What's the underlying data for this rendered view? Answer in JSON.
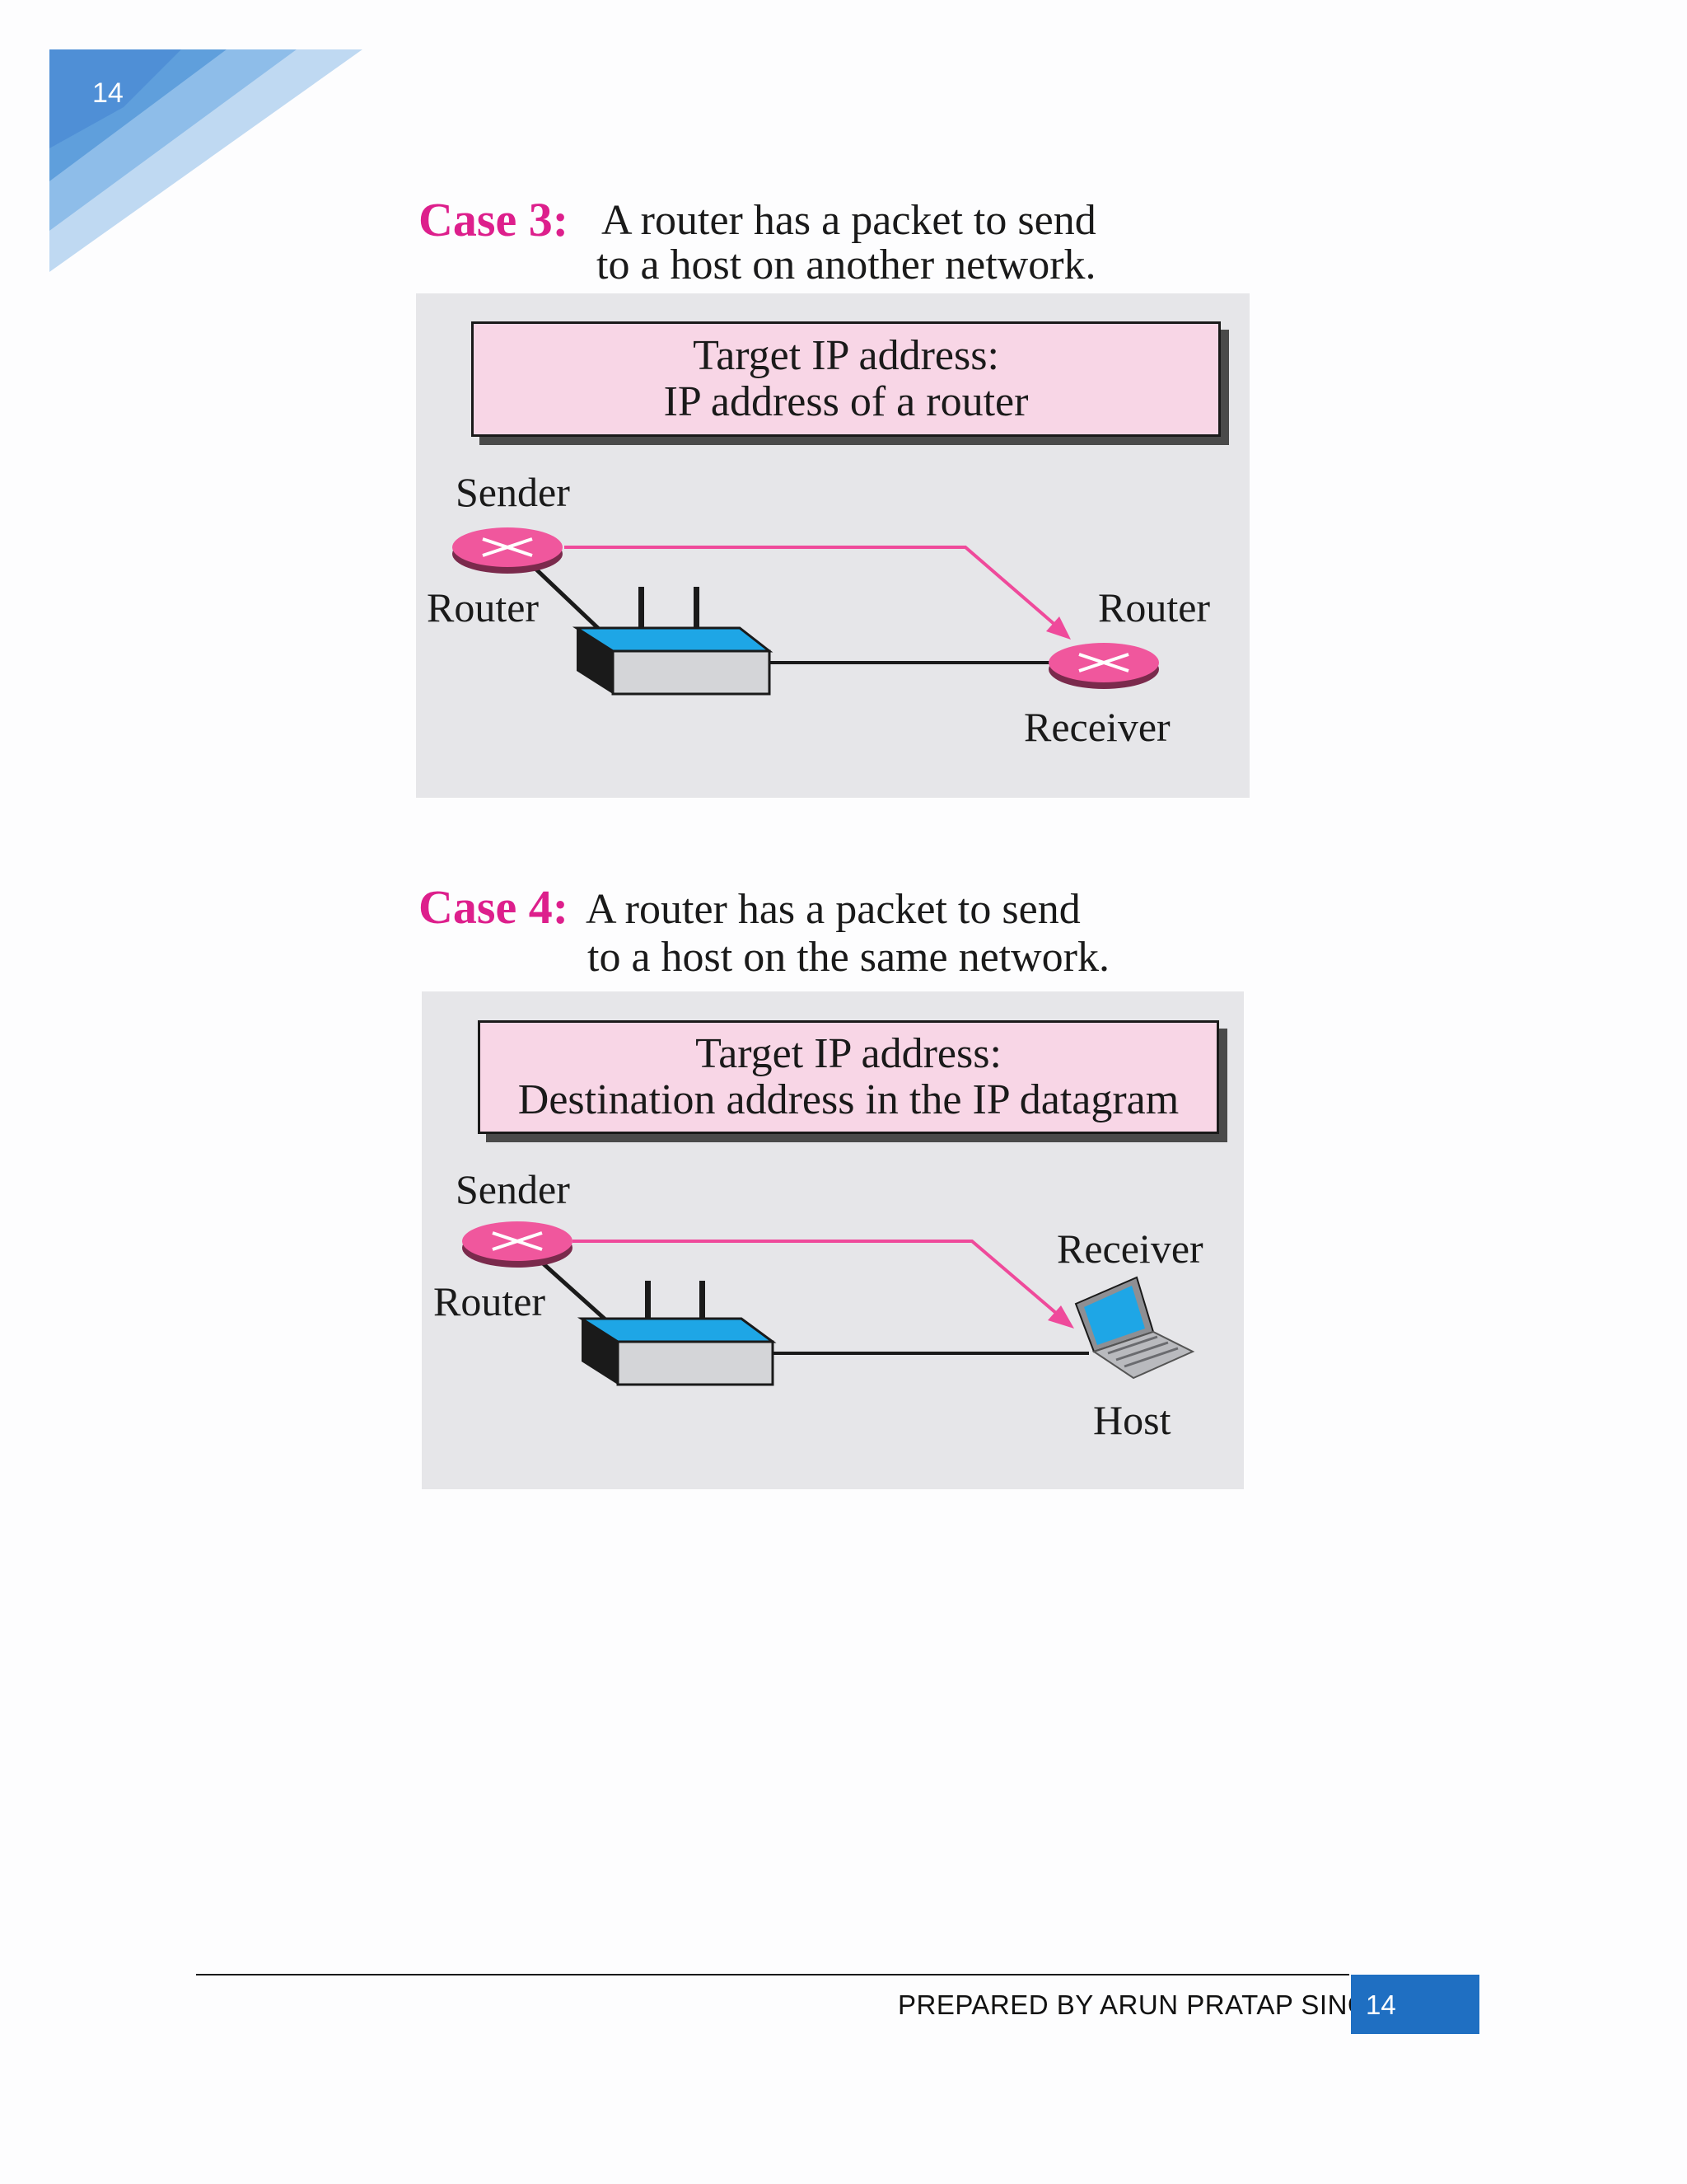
{
  "page": {
    "number": "14"
  },
  "colors": {
    "accent_case": "#dd1f8c",
    "target_box_fill": "#f8d6e6",
    "panel_bg": "#e6e6e9",
    "router_pink": "#f0579d",
    "path_pink": "#ef4a9b",
    "switch_blue": "#1ea6e6",
    "footer_blue": "#1f6fc2"
  },
  "case3": {
    "label": "Case 3:",
    "line1": "A router has a packet to send",
    "line2": "to a host on another network.",
    "target_title": "Target IP address:",
    "target_value": "IP address of a router",
    "sender_label": "Sender",
    "sender_device_label": "Router",
    "receiver_device_label": "Router",
    "receiver_label": "Receiver"
  },
  "case4": {
    "label": "Case 4:",
    "line1": "A router has a packet to send",
    "line2": "to a host on the same network.",
    "target_title": "Target IP address:",
    "target_value": "Destination address in the IP datagram",
    "sender_label": "Sender",
    "sender_device_label": "Router",
    "receiver_label": "Receiver",
    "receiver_device_label": "Host"
  },
  "footer": {
    "text": "PREPARED BY ARUN PRATAP SINGH",
    "page_number": "14"
  }
}
